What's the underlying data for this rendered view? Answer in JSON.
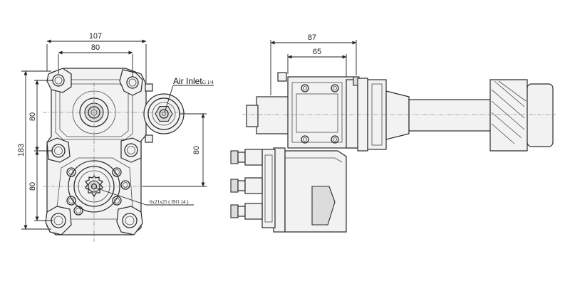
{
  "dimensions": {
    "front_width_outer": "107",
    "front_width_inner": "80",
    "front_height_total": "183",
    "front_height_upper": "80",
    "front_height_lower": "80",
    "front_air_offset": "80",
    "side_width_outer": "87",
    "side_width_inner": "65"
  },
  "callouts": {
    "air_inlet_label": "Air Inlet",
    "air_inlet_thread": "G 1/4",
    "spline_spec": "6x21x25 ( ISO 14 )"
  }
}
